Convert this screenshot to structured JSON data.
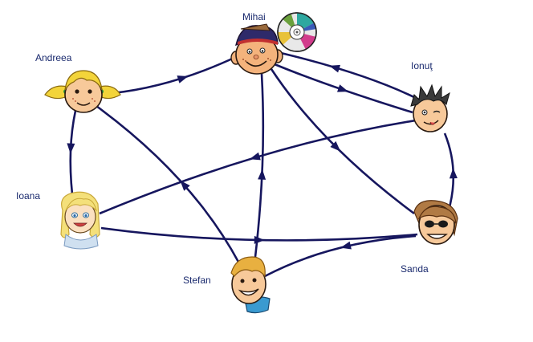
{
  "colors": {
    "edge": "#16165e",
    "label": "#1a2a6e",
    "skin": "#f7c99a",
    "outline": "#2a1a10"
  },
  "people": [
    {
      "id": "andreea",
      "name": "Andreea",
      "icon": "girl-pigtails-face-icon"
    },
    {
      "id": "mihai",
      "name": "Mihai",
      "icon": "boy-cap-face-icon"
    },
    {
      "id": "ionut",
      "name": "Ionuţ",
      "icon": "boy-spiky-hair-face-icon"
    },
    {
      "id": "ioana",
      "name": "Ioana",
      "icon": "girl-blonde-face-icon"
    },
    {
      "id": "sanda",
      "name": "Sanda",
      "icon": "girl-sunglasses-face-icon"
    },
    {
      "id": "stefan",
      "name": "Stefan",
      "icon": "boy-blue-shirt-face-icon"
    }
  ],
  "extra_icons": [
    "cd-disc-icon"
  ],
  "edges": [
    {
      "from": "andreea",
      "to": "mihai"
    },
    {
      "from": "andreea",
      "to": "ioana"
    },
    {
      "from": "stefan",
      "to": "andreea"
    },
    {
      "from": "ionut",
      "to": "mihai"
    },
    {
      "from": "mihai",
      "to": "ionut"
    },
    {
      "from": "mihai",
      "to": "sanda"
    },
    {
      "from": "stefan",
      "to": "mihai"
    },
    {
      "from": "ioana",
      "to": "sanda"
    },
    {
      "from": "ionut",
      "to": "ioana"
    },
    {
      "from": "sanda",
      "to": "ionut"
    },
    {
      "from": "sanda",
      "to": "stefan"
    }
  ]
}
